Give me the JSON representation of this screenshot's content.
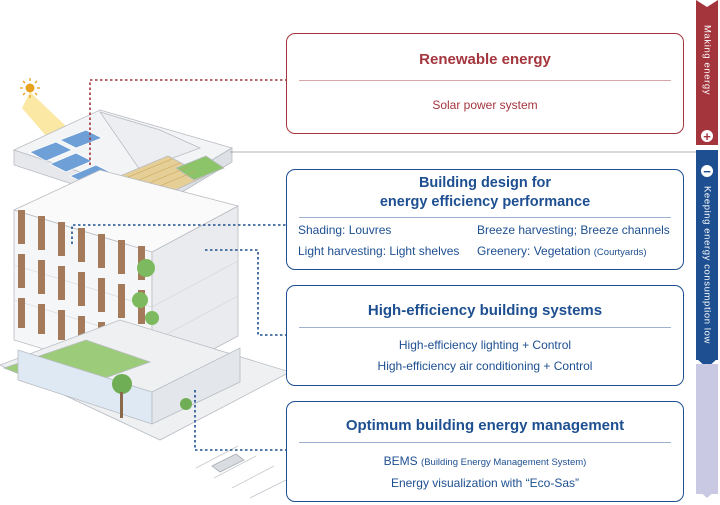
{
  "renewable": {
    "title": "Renewable energy",
    "item": "Solar power system"
  },
  "building_design": {
    "title_line1": "Building design for",
    "title_line2": "energy efficiency performance",
    "shading": "Shading: Louvres",
    "breeze": "Breeze harvesting; Breeze channels",
    "light": "Light harvesting: Light shelves",
    "greenery": "Greenery: Vegetation",
    "greenery_note": "(Courtyards)"
  },
  "systems": {
    "title": "High-efficiency building systems",
    "line1": "High-efficiency lighting + Control",
    "line2": "High-efficiency air conditioning + Control"
  },
  "management": {
    "title": "Optimum building energy management",
    "bems": "BEMS",
    "bems_note": "(Building Energy Management System)",
    "line2": "Energy visualization with “Eco-Sas”"
  },
  "side": {
    "top_label": "Making energy",
    "bottom_label": "Keeping energy consumption low",
    "plus_symbol": "+",
    "minus_symbol": "−"
  },
  "colors": {
    "red": "#a4353d",
    "blue": "#1d4f91",
    "lavender": "#c9c9e4"
  }
}
